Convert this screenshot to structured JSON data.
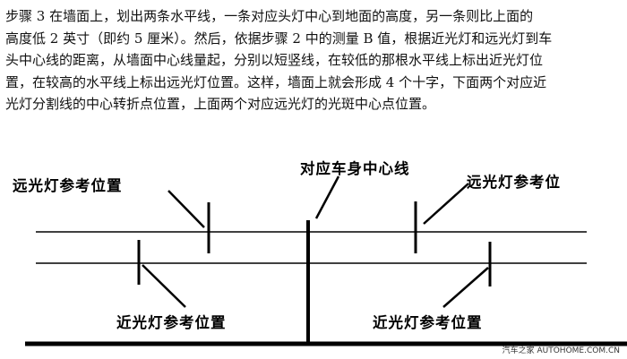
{
  "description": {
    "lines": [
      "步骤 3 在墙面上，划出两条水平线，一条对应头灯中心到地面的高度，另一条则比上面的",
      "高度低 2 英寸（即约 5 厘米）。然后，依据步骤 2 中的测量 B 值，根据近光灯和远光灯到车",
      "头中心线的距离，从墙面中心线量起，分别以短竖线，在较低的那根水平线上标出近光灯位",
      "置，在较高的水平线上标出远光灯位置。这样，墙面上就会形成 4 个十字，下面两个对应近",
      "光灯分割线的中心转折点位置，上面两个对应远光灯的光斑中心点位置。"
    ]
  },
  "diagram": {
    "labels": {
      "high_beam_left": "远光灯参考位置",
      "center_line": "对应车身中心线",
      "high_beam_right": "远光灯参考位",
      "low_beam_left": "近光灯参考位置",
      "low_beam_right": "近光灯参考位置"
    }
  },
  "watermark": "汽车之家 AUTOHOME.COM.CN"
}
